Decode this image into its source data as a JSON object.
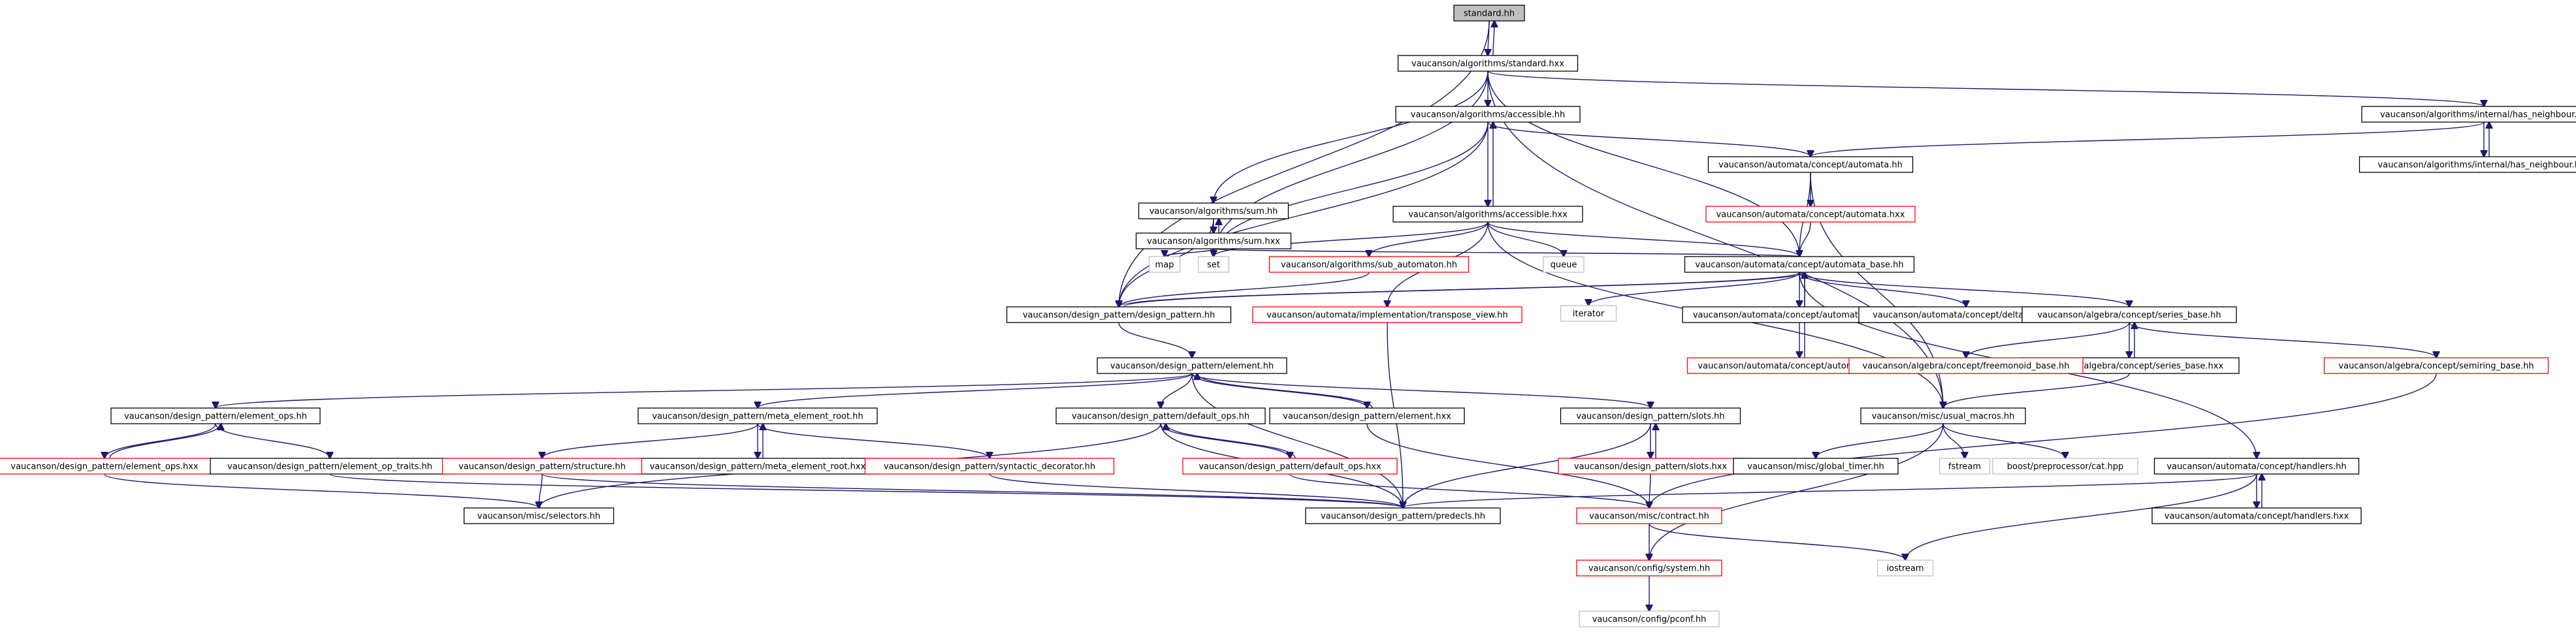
{
  "graph": {
    "nodes": [
      {
        "id": "standard_hh",
        "label": "standard.hh",
        "style": "root"
      },
      {
        "id": "alg_standard_hxx",
        "label": "vaucanson/algorithms/standard.hxx",
        "style": "black"
      },
      {
        "id": "alg_accessible_hh",
        "label": "vaucanson/algorithms/accessible.hh",
        "style": "black"
      },
      {
        "id": "alg_sum_hh",
        "label": "vaucanson/algorithms/sum.hh",
        "style": "black"
      },
      {
        "id": "alg_sum_hxx",
        "label": "vaucanson/algorithms/sum.hxx",
        "style": "black"
      },
      {
        "id": "alg_accessible_hxx",
        "label": "vaucanson/algorithms/accessible.hxx",
        "style": "black"
      },
      {
        "id": "map",
        "label": "map",
        "style": "gray"
      },
      {
        "id": "set",
        "label": "set",
        "style": "gray"
      },
      {
        "id": "queue",
        "label": "queue",
        "style": "gray"
      },
      {
        "id": "iterator",
        "label": "iterator",
        "style": "gray"
      },
      {
        "id": "alg_sub_automaton_hh",
        "label": "vaucanson/algorithms/sub_automaton.hh",
        "style": "red"
      },
      {
        "id": "auto_concept_automata_hh",
        "label": "vaucanson/automata/concept/automata.hh",
        "style": "black"
      },
      {
        "id": "auto_concept_automata_hxx",
        "label": "vaucanson/automata/concept/automata.hxx",
        "style": "red"
      },
      {
        "id": "auto_concept_automata_base_hh",
        "label": "vaucanson/automata/concept/automata_base.hh",
        "style": "black"
      },
      {
        "id": "auto_concept_automata_base_hxx",
        "label": "vaucanson/automata/concept/automata_base.hxx",
        "style": "black"
      },
      {
        "id": "auto_concept_automata_ops_hh",
        "label": "vaucanson/automata/concept/automata_ops.hh",
        "style": "red"
      },
      {
        "id": "auto_concept_delta_kind_hh",
        "label": "vaucanson/automata/concept/delta_kind.hh",
        "style": "black"
      },
      {
        "id": "auto_impl_transpose_view_hh",
        "label": "vaucanson/automata/implementation/transpose_view.hh",
        "style": "red"
      },
      {
        "id": "alg_internal_has_neighbour_hh",
        "label": "vaucanson/algorithms/internal/has_neighbour.hh",
        "style": "black"
      },
      {
        "id": "alg_internal_has_neighbour_hxx",
        "label": "vaucanson/algorithms/internal/has_neighbour.hxx",
        "style": "black"
      },
      {
        "id": "alg_concept_series_base_hh",
        "label": "vaucanson/algebra/concept/series_base.hh",
        "style": "black"
      },
      {
        "id": "alg_concept_series_base_hxx",
        "label": "vaucanson/algebra/concept/series_base.hxx",
        "style": "black"
      },
      {
        "id": "alg_concept_freemonoid_base_hh",
        "label": "vaucanson/algebra/concept/freemonoid_base.hh",
        "style": "red"
      },
      {
        "id": "alg_concept_semiring_base_hh",
        "label": "vaucanson/algebra/concept/semiring_base.hh",
        "style": "red"
      },
      {
        "id": "dp_design_pattern_hh",
        "label": "vaucanson/design_pattern/design_pattern.hh",
        "style": "black"
      },
      {
        "id": "dp_element_hh",
        "label": "vaucanson/design_pattern/element.hh",
        "style": "black"
      },
      {
        "id": "dp_element_hxx",
        "label": "vaucanson/design_pattern/element.hxx",
        "style": "black"
      },
      {
        "id": "dp_element_ops_hh",
        "label": "vaucanson/design_pattern/element_ops.hh",
        "style": "black"
      },
      {
        "id": "dp_element_ops_hxx",
        "label": "vaucanson/design_pattern/element_ops.hxx",
        "style": "red"
      },
      {
        "id": "dp_element_op_traits_hh",
        "label": "vaucanson/design_pattern/element_op_traits.hh",
        "style": "black"
      },
      {
        "id": "dp_meta_element_root_hh",
        "label": "vaucanson/design_pattern/meta_element_root.hh",
        "style": "black"
      },
      {
        "id": "dp_meta_element_root_hxx",
        "label": "vaucanson/design_pattern/meta_element_root.hxx",
        "style": "black"
      },
      {
        "id": "dp_structure_hh",
        "label": "vaucanson/design_pattern/structure.hh",
        "style": "red"
      },
      {
        "id": "dp_syntactic_decorator_hh",
        "label": "vaucanson/design_pattern/syntactic_decorator.hh",
        "style": "red"
      },
      {
        "id": "dp_default_ops_hh",
        "label": "vaucanson/design_pattern/default_ops.hh",
        "style": "black"
      },
      {
        "id": "dp_default_ops_hxx",
        "label": "vaucanson/design_pattern/default_ops.hxx",
        "style": "red"
      },
      {
        "id": "dp_slots_hh",
        "label": "vaucanson/design_pattern/slots.hh",
        "style": "black"
      },
      {
        "id": "dp_slots_hxx",
        "label": "vaucanson/design_pattern/slots.hxx",
        "style": "red"
      },
      {
        "id": "dp_predecls_hh",
        "label": "vaucanson/design_pattern/predecls.hh",
        "style": "black"
      },
      {
        "id": "misc_selectors_hh",
        "label": "vaucanson/misc/selectors.hh",
        "style": "black"
      },
      {
        "id": "misc_usual_macros_hh",
        "label": "vaucanson/misc/usual_macros.hh",
        "style": "black"
      },
      {
        "id": "misc_global_timer_hh",
        "label": "vaucanson/misc/global_timer.hh",
        "style": "black"
      },
      {
        "id": "fstream",
        "label": "fstream",
        "style": "gray"
      },
      {
        "id": "boost_cat_hpp",
        "label": "boost/preprocessor/cat.hpp",
        "style": "gray"
      },
      {
        "id": "misc_contract_hh",
        "label": "vaucanson/misc/contract.hh",
        "style": "red"
      },
      {
        "id": "config_system_hh",
        "label": "vaucanson/config/system.hh",
        "style": "red"
      },
      {
        "id": "config_pconf_hh",
        "label": "vaucanson/config/pconf.hh",
        "style": "gray"
      },
      {
        "id": "iostream",
        "label": "iostream",
        "style": "gray"
      },
      {
        "id": "auto_concept_handlers_hh",
        "label": "vaucanson/automata/concept/handlers.hh",
        "style": "black"
      },
      {
        "id": "auto_concept_handlers_hxx",
        "label": "vaucanson/automata/concept/handlers.hxx",
        "style": "black"
      }
    ],
    "edges": [
      [
        "standard_hh",
        "alg_standard_hxx"
      ],
      [
        "standard_hh",
        "dp_design_pattern_hh"
      ],
      [
        "alg_standard_hxx",
        "standard_hh"
      ],
      [
        "alg_standard_hxx",
        "alg_accessible_hh"
      ],
      [
        "alg_standard_hxx",
        "alg_sum_hh"
      ],
      [
        "alg_standard_hxx",
        "set"
      ],
      [
        "alg_standard_hxx",
        "auto_concept_automata_base_hh"
      ],
      [
        "alg_standard_hxx",
        "alg_internal_has_neighbour_hh"
      ],
      [
        "alg_standard_hxx",
        "misc_usual_macros_hh"
      ],
      [
        "alg_accessible_hh",
        "alg_accessible_hxx"
      ],
      [
        "alg_accessible_hh",
        "auto_concept_automata_hh"
      ],
      [
        "alg_accessible_hh",
        "set"
      ],
      [
        "alg_accessible_hh",
        "dp_design_pattern_hh"
      ],
      [
        "alg_accessible_hxx",
        "alg_accessible_hh"
      ],
      [
        "alg_accessible_hxx",
        "set"
      ],
      [
        "alg_accessible_hxx",
        "queue"
      ],
      [
        "alg_accessible_hxx",
        "alg_sub_automaton_hh"
      ],
      [
        "alg_accessible_hxx",
        "auto_impl_transpose_view_hh"
      ],
      [
        "alg_accessible_hxx",
        "auto_concept_automata_base_hh"
      ],
      [
        "alg_accessible_hxx",
        "misc_usual_macros_hh"
      ],
      [
        "alg_sum_hh",
        "alg_sum_hxx"
      ],
      [
        "alg_sum_hh",
        "dp_design_pattern_hh"
      ],
      [
        "alg_sum_hxx",
        "alg_sum_hh"
      ],
      [
        "alg_sum_hxx",
        "map"
      ],
      [
        "alg_sum_hxx",
        "set"
      ],
      [
        "alg_sum_hxx",
        "auto_concept_automata_base_hh"
      ],
      [
        "alg_sub_automaton_hh",
        "dp_design_pattern_hh"
      ],
      [
        "alg_internal_has_neighbour_hh",
        "alg_internal_has_neighbour_hxx"
      ],
      [
        "alg_internal_has_neighbour_hh",
        "auto_concept_automata_hh"
      ],
      [
        "alg_internal_has_neighbour_hxx",
        "alg_internal_has_neighbour_hh"
      ],
      [
        "auto_concept_automata_hh",
        "auto_concept_automata_hxx"
      ],
      [
        "auto_concept_automata_hh",
        "auto_concept_automata_base_hh"
      ],
      [
        "auto_concept_automata_hh",
        "misc_usual_macros_hh"
      ],
      [
        "auto_concept_automata_hxx",
        "auto_concept_automata_base_hh"
      ],
      [
        "auto_concept_automata_base_hh",
        "dp_design_pattern_hh"
      ],
      [
        "auto_concept_automata_base_hh",
        "iterator"
      ],
      [
        "auto_concept_automata_base_hh",
        "auto_concept_automata_base_hxx"
      ],
      [
        "auto_concept_automata_base_hh",
        "auto_concept_delta_kind_hh"
      ],
      [
        "auto_concept_automata_base_hh",
        "alg_concept_series_base_hh"
      ],
      [
        "auto_concept_automata_base_hh",
        "auto_concept_handlers_hh"
      ],
      [
        "auto_concept_automata_base_hxx",
        "auto_concept_automata_base_hh"
      ],
      [
        "auto_concept_automata_base_hxx",
        "auto_concept_automata_ops_hh"
      ],
      [
        "auto_concept_automata_ops_hh",
        "auto_concept_automata_base_hh"
      ],
      [
        "auto_impl_transpose_view_hh",
        "dp_predecls_hh"
      ],
      [
        "alg_concept_series_base_hh",
        "alg_concept_freemonoid_base_hh"
      ],
      [
        "alg_concept_series_base_hh",
        "alg_concept_series_base_hxx"
      ],
      [
        "alg_concept_series_base_hh",
        "alg_concept_semiring_base_hh"
      ],
      [
        "alg_concept_series_base_hxx",
        "alg_concept_series_base_hh"
      ],
      [
        "alg_concept_series_base_hxx",
        "misc_usual_macros_hh"
      ],
      [
        "alg_concept_semiring_base_hh",
        "misc_contract_hh"
      ],
      [
        "dp_design_pattern_hh",
        "dp_element_hh"
      ],
      [
        "dp_design_pattern_hh",
        "auto_concept_automata_base_hh"
      ],
      [
        "dp_element_hh",
        "dp_element_ops_hh"
      ],
      [
        "dp_element_hh",
        "dp_meta_element_root_hh"
      ],
      [
        "dp_element_hh",
        "dp_default_ops_hh"
      ],
      [
        "dp_element_hh",
        "dp_element_hxx"
      ],
      [
        "dp_element_hh",
        "dp_slots_hh"
      ],
      [
        "dp_element_hh",
        "dp_predecls_hh"
      ],
      [
        "dp_element_hxx",
        "dp_element_hh"
      ],
      [
        "dp_element_hxx",
        "misc_contract_hh"
      ],
      [
        "dp_element_ops_hh",
        "dp_element_ops_hxx"
      ],
      [
        "dp_element_ops_hh",
        "dp_element_op_traits_hh"
      ],
      [
        "dp_element_ops_hxx",
        "dp_element_ops_hh"
      ],
      [
        "dp_element_ops_hxx",
        "misc_selectors_hh"
      ],
      [
        "dp_element_op_traits_hh",
        "dp_predecls_hh"
      ],
      [
        "dp_meta_element_root_hh",
        "dp_structure_hh"
      ],
      [
        "dp_meta_element_root_hh",
        "dp_meta_element_root_hxx"
      ],
      [
        "dp_meta_element_root_hh",
        "dp_syntactic_decorator_hh"
      ],
      [
        "dp_meta_element_root_hxx",
        "dp_meta_element_root_hh"
      ],
      [
        "dp_structure_hh",
        "misc_selectors_hh"
      ],
      [
        "dp_structure_hh",
        "dp_predecls_hh"
      ],
      [
        "dp_syntactic_decorator_hh",
        "dp_predecls_hh"
      ],
      [
        "dp_default_ops_hh",
        "dp_default_ops_hxx"
      ],
      [
        "dp_default_ops_hh",
        "dp_predecls_hh"
      ],
      [
        "dp_default_ops_hh",
        "misc_selectors_hh"
      ],
      [
        "dp_default_ops_hxx",
        "dp_default_ops_hh"
      ],
      [
        "dp_default_ops_hxx",
        "misc_contract_hh"
      ],
      [
        "dp_slots_hh",
        "dp_slots_hxx"
      ],
      [
        "dp_slots_hh",
        "dp_predecls_hh"
      ],
      [
        "dp_slots_hxx",
        "dp_slots_hh"
      ],
      [
        "dp_slots_hxx",
        "misc_contract_hh"
      ],
      [
        "misc_usual_macros_hh",
        "misc_global_timer_hh"
      ],
      [
        "misc_usual_macros_hh",
        "fstream"
      ],
      [
        "misc_usual_macros_hh",
        "boost_cat_hpp"
      ],
      [
        "misc_usual_macros_hh",
        "config_system_hh"
      ],
      [
        "misc_contract_hh",
        "config_system_hh"
      ],
      [
        "misc_contract_hh",
        "iostream"
      ],
      [
        "config_system_hh",
        "config_pconf_hh"
      ],
      [
        "auto_concept_handlers_hh",
        "auto_concept_handlers_hxx"
      ],
      [
        "auto_concept_handlers_hh",
        "iostream"
      ],
      [
        "auto_concept_handlers_hh",
        "dp_predecls_hh"
      ],
      [
        "auto_concept_handlers_hxx",
        "auto_concept_handlers_hh"
      ]
    ]
  },
  "colors": {
    "edge": "#191970",
    "node_border": "#000000",
    "node_border_incomplete": "#ff0000",
    "node_border_external": "#bfbfbf",
    "root_fill": "#bfbfbf"
  }
}
